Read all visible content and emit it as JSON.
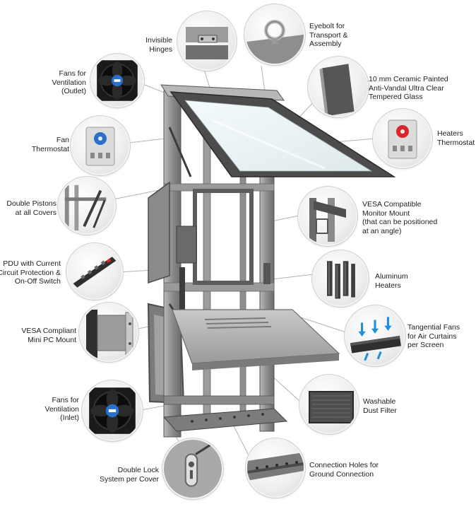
{
  "callouts": [
    {
      "id": "invisible-hinges",
      "lines": [
        "Invisible",
        "Hinges"
      ],
      "icon": "hinge-icon"
    },
    {
      "id": "eyebolt",
      "lines": [
        "Eyebolt for",
        "Transport &",
        "Assembly"
      ],
      "icon": "eyebolt-icon"
    },
    {
      "id": "fans-outlet",
      "lines": [
        "Fans for",
        "Ventilation",
        "(Outlet)"
      ],
      "icon": "fan-icon"
    },
    {
      "id": "glass",
      "lines": [
        "10 mm Ceramic Painted",
        "Anti-Vandal Ultra Clear",
        "Tempered Glass"
      ],
      "icon": "glass-pane-icon"
    },
    {
      "id": "fan-thermostat",
      "lines": [
        "Fan",
        "Thermostat"
      ],
      "icon": "thermostat-blue-icon"
    },
    {
      "id": "heaters-thermostat",
      "lines": [
        "Heaters",
        "Thermostat"
      ],
      "icon": "thermostat-red-icon"
    },
    {
      "id": "double-pistons",
      "lines": [
        "Double Pistons",
        "at all Covers"
      ],
      "icon": "piston-icon"
    },
    {
      "id": "vesa-monitor",
      "lines": [
        "VESA Compatible",
        "Monitor Mount",
        "(that can be positioned",
        "at an angle)"
      ],
      "icon": "monitor-mount-icon"
    },
    {
      "id": "pdu",
      "lines": [
        "PDU with Current",
        "Circuit Protection &",
        "On-Off Switch"
      ],
      "icon": "power-strip-icon"
    },
    {
      "id": "aluminum-heaters",
      "lines": [
        "Aluminum",
        "Heaters"
      ],
      "icon": "heater-icon"
    },
    {
      "id": "vesa-mini-pc",
      "lines": [
        "VESA Compliant",
        "Mini PC Mount"
      ],
      "icon": "bracket-icon"
    },
    {
      "id": "tangential-fans",
      "lines": [
        "Tangential Fans",
        "for Air Curtains",
        "per Screen"
      ],
      "icon": "tangential-fan-icon"
    },
    {
      "id": "fans-inlet",
      "lines": [
        "Fans for",
        "Ventilation",
        "(Inlet)"
      ],
      "icon": "fan-icon"
    },
    {
      "id": "dust-filter",
      "lines": [
        "Washable",
        "Dust Filter"
      ],
      "icon": "filter-icon"
    },
    {
      "id": "double-lock",
      "lines": [
        "Double Lock",
        "System per Cover"
      ],
      "icon": "lock-icon"
    },
    {
      "id": "ground-holes",
      "lines": [
        "Connection Holes for",
        "Ground Connection"
      ],
      "icon": "ground-rail-icon"
    }
  ],
  "colors": {
    "frame": "#8c8c8c",
    "frame_dark": "#4a4a4a",
    "glass": "#e8f1f3",
    "fan_blue": "#2a6fc9",
    "thermostat_red": "#d8262b",
    "airflow_blue": "#1e8fe0",
    "connector_line": "#b3b3b3"
  }
}
